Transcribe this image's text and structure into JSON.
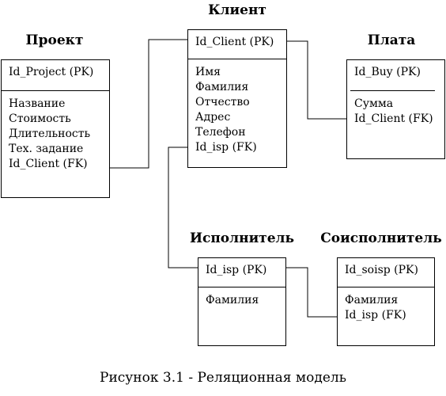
{
  "entities": {
    "project": {
      "title": "Проект",
      "pk": "Id_Project (PK)",
      "fields": [
        "Название",
        "Стоимость",
        "Длительность",
        "Тех. задание",
        "Id_Client (FK)"
      ]
    },
    "client": {
      "title": "Клиент",
      "pk": "Id_Client (PK)",
      "fields": [
        "Имя",
        "Фамилия",
        "Отчество",
        "Адрес",
        "Телефон",
        "Id_isp (FK)"
      ]
    },
    "payment": {
      "title": "Плата",
      "pk": "Id_Buy (PK)",
      "fields": [
        "Сумма",
        "Id_Client (FK)"
      ]
    },
    "executor": {
      "title": "Исполнитель",
      "pk": "Id_isp (PK)",
      "fields": [
        "Фамилия"
      ]
    },
    "coexecutor": {
      "title": "Соисполнитель",
      "pk": "Id_soisp (PK)",
      "fields": [
        "Фамилия",
        "Id_isp (FK)"
      ]
    }
  },
  "caption": "Рисунок 3.1 - Реляционная модель"
}
